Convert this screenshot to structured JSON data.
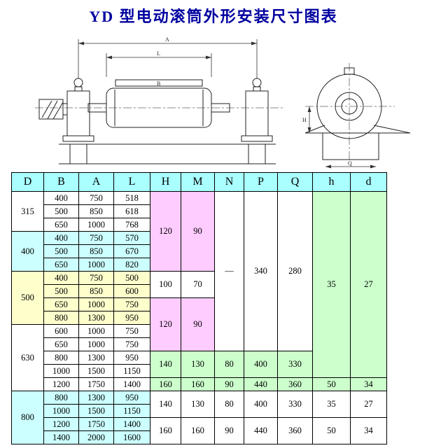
{
  "title": "YD 型电动滚筒外形安装尺寸图表",
  "colors": {
    "title_blue": "#0000a0",
    "header_cyan": "#aaffff",
    "group_cyan": "#ccffff",
    "group_yellow": "#ffffcc",
    "block_pink": "#ffccff",
    "block_green": "#ccffcc"
  },
  "drawing": {
    "labels": {
      "side_top": "A",
      "side_mid": "L",
      "side_inner": "B",
      "end_height": "H",
      "end_base": "Q"
    }
  },
  "table": {
    "headers": [
      "D",
      "B",
      "A",
      "L",
      "H",
      "M",
      "N",
      "P",
      "Q",
      "h",
      "d"
    ],
    "rows": [
      [
        {
          "t": "315",
          "rs": 3,
          "cls": "w"
        },
        {
          "t": "400",
          "cls": "w"
        },
        {
          "t": "750",
          "cls": "w"
        },
        {
          "t": "518",
          "cls": "w"
        },
        {
          "t": "120",
          "rs": 6,
          "cls": "p"
        },
        {
          "t": "90",
          "rs": 6,
          "cls": "p"
        },
        {
          "t": "—",
          "rs": 12,
          "cls": "w"
        },
        {
          "t": "340",
          "rs": 12,
          "cls": "w"
        },
        {
          "t": "280",
          "rs": 12,
          "cls": "w"
        },
        {
          "t": "35",
          "rs": 14,
          "cls": "g"
        },
        {
          "t": "27",
          "rs": 14,
          "cls": "g"
        }
      ],
      [
        {
          "t": "500",
          "cls": "w"
        },
        {
          "t": "850",
          "cls": "w"
        },
        {
          "t": "618",
          "cls": "w"
        }
      ],
      [
        {
          "t": "650",
          "cls": "w"
        },
        {
          "t": "1000",
          "cls": "w"
        },
        {
          "t": "768",
          "cls": "w"
        }
      ],
      [
        {
          "t": "400",
          "rs": 3,
          "cls": "c"
        },
        {
          "t": "400",
          "cls": "c"
        },
        {
          "t": "750",
          "cls": "c"
        },
        {
          "t": "570",
          "cls": "c"
        }
      ],
      [
        {
          "t": "500",
          "cls": "c"
        },
        {
          "t": "850",
          "cls": "c"
        },
        {
          "t": "670",
          "cls": "c"
        }
      ],
      [
        {
          "t": "650",
          "cls": "c"
        },
        {
          "t": "1000",
          "cls": "c"
        },
        {
          "t": "820",
          "cls": "c"
        }
      ],
      [
        {
          "t": "500",
          "rs": 4,
          "cls": "y"
        },
        {
          "t": "400",
          "cls": "y"
        },
        {
          "t": "750",
          "cls": "y"
        },
        {
          "t": "500",
          "cls": "y"
        },
        {
          "t": "100",
          "rs": 2,
          "cls": "w"
        },
        {
          "t": "70",
          "rs": 2,
          "cls": "w"
        }
      ],
      [
        {
          "t": "500",
          "cls": "y"
        },
        {
          "t": "850",
          "cls": "y"
        },
        {
          "t": "600",
          "cls": "y"
        }
      ],
      [
        {
          "t": "650",
          "cls": "y"
        },
        {
          "t": "1000",
          "cls": "y"
        },
        {
          "t": "750",
          "cls": "y"
        },
        {
          "t": "120",
          "rs": 4,
          "cls": "p"
        },
        {
          "t": "90",
          "rs": 4,
          "cls": "p"
        }
      ],
      [
        {
          "t": "800",
          "cls": "y"
        },
        {
          "t": "1300",
          "cls": "y"
        },
        {
          "t": "950",
          "cls": "y"
        }
      ],
      [
        {
          "t": "630",
          "rs": 5,
          "cls": "w"
        },
        {
          "t": "600",
          "cls": "w"
        },
        {
          "t": "1000",
          "cls": "w"
        },
        {
          "t": "750",
          "cls": "w"
        }
      ],
      [
        {
          "t": "650",
          "cls": "w"
        },
        {
          "t": "1000",
          "cls": "w"
        },
        {
          "t": "750",
          "cls": "w"
        }
      ],
      [
        {
          "t": "800",
          "cls": "w"
        },
        {
          "t": "1300",
          "cls": "w"
        },
        {
          "t": "950",
          "cls": "w"
        },
        {
          "t": "140",
          "rs": 2,
          "cls": "g"
        },
        {
          "t": "130",
          "rs": 2,
          "cls": "g"
        },
        {
          "t": "80",
          "rs": 2,
          "cls": "g"
        },
        {
          "t": "400",
          "rs": 2,
          "cls": "g"
        },
        {
          "t": "330",
          "rs": 2,
          "cls": "g"
        }
      ],
      [
        {
          "t": "1000",
          "cls": "w"
        },
        {
          "t": "1500",
          "cls": "w"
        },
        {
          "t": "1150",
          "cls": "w"
        }
      ],
      [
        {
          "t": "1200",
          "cls": "w"
        },
        {
          "t": "1750",
          "cls": "w"
        },
        {
          "t": "1400",
          "cls": "w"
        },
        {
          "t": "160",
          "cls": "g"
        },
        {
          "t": "160",
          "cls": "g"
        },
        {
          "t": "90",
          "cls": "g"
        },
        {
          "t": "440",
          "cls": "g"
        },
        {
          "t": "360",
          "cls": "g"
        },
        {
          "t": "50",
          "cls": "g"
        },
        {
          "t": "34",
          "cls": "g"
        }
      ],
      [
        {
          "t": "800",
          "rs": 4,
          "cls": "c"
        },
        {
          "t": "800",
          "cls": "c"
        },
        {
          "t": "1300",
          "cls": "c"
        },
        {
          "t": "950",
          "cls": "c"
        },
        {
          "t": "140",
          "rs": 2,
          "cls": "w"
        },
        {
          "t": "130",
          "rs": 2,
          "cls": "w"
        },
        {
          "t": "80",
          "rs": 2,
          "cls": "w"
        },
        {
          "t": "400",
          "rs": 2,
          "cls": "w"
        },
        {
          "t": "330",
          "rs": 2,
          "cls": "w"
        },
        {
          "t": "35",
          "rs": 2,
          "cls": "w"
        },
        {
          "t": "27",
          "rs": 2,
          "cls": "w"
        }
      ],
      [
        {
          "t": "1000",
          "cls": "c"
        },
        {
          "t": "1500",
          "cls": "c"
        },
        {
          "t": "1150",
          "cls": "c"
        }
      ],
      [
        {
          "t": "1200",
          "cls": "c"
        },
        {
          "t": "1750",
          "cls": "c"
        },
        {
          "t": "1400",
          "cls": "c"
        },
        {
          "t": "160",
          "rs": 2,
          "cls": "w"
        },
        {
          "t": "160",
          "rs": 2,
          "cls": "w"
        },
        {
          "t": "90",
          "rs": 2,
          "cls": "w"
        },
        {
          "t": "440",
          "rs": 2,
          "cls": "w"
        },
        {
          "t": "360",
          "rs": 2,
          "cls": "w"
        },
        {
          "t": "50",
          "rs": 2,
          "cls": "w"
        },
        {
          "t": "34",
          "rs": 2,
          "cls": "w"
        }
      ],
      [
        {
          "t": "1400",
          "cls": "c"
        },
        {
          "t": "2000",
          "cls": "c"
        },
        {
          "t": "1600",
          "cls": "c"
        }
      ]
    ]
  }
}
